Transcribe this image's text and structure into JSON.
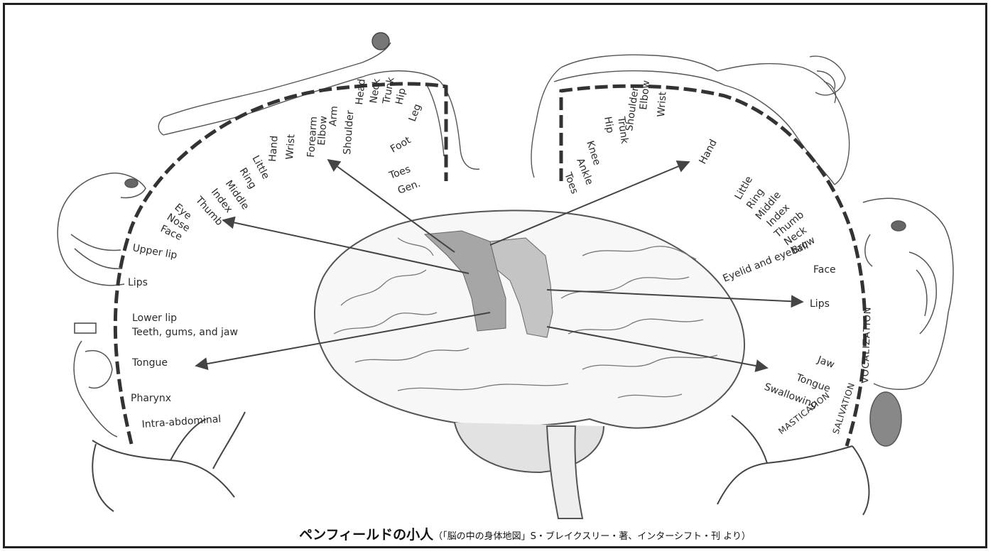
{
  "sensory": {
    "labels": [
      "Toes",
      "Gen.",
      "Foot",
      "Leg",
      "Hip",
      "Trunk",
      "Neck",
      "Head",
      "Shoulder",
      "Arm",
      "Elbow",
      "Forearm",
      "Wrist",
      "Hand",
      "Little",
      "Ring",
      "Middle",
      "Index",
      "Thumb",
      "Eye",
      "Nose",
      "Face",
      "Upper lip",
      "Lips",
      "Lower lip",
      "Teeth, gums, and jaw",
      "Tongue",
      "Pharynx",
      "Intra-abdominal"
    ]
  },
  "motor": {
    "labels": [
      "Toes",
      "Ankle",
      "Knee",
      "Hip",
      "Trunk",
      "Shoulder",
      "Elbow",
      "Wrist",
      "Hand",
      "Little",
      "Ring",
      "Middle",
      "Index",
      "Thumb",
      "Neck",
      "Brow",
      "Eyelid and eyeball",
      "Face",
      "Lips",
      "Jaw",
      "Tongue",
      "Swallowing"
    ],
    "vocalization": "VOCALIZATION",
    "salivation": "SALIVATION",
    "mastication": "MASTICATION"
  },
  "caption": {
    "title": "ペンフィールドの小人",
    "source": "（「脳の中の身体地図」S・ブレイクスリー・著、インターシフト・刊 より）"
  }
}
